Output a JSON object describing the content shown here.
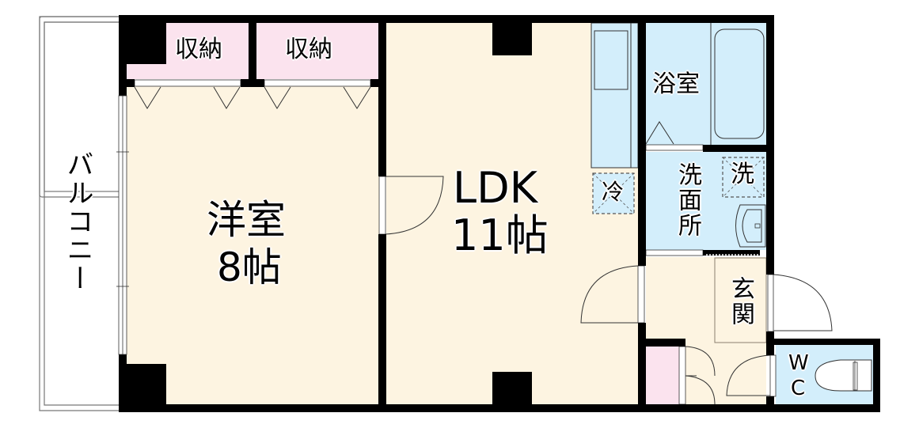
{
  "colors": {
    "wall": "#000000",
    "living_floor": "#fdf4e1",
    "wet_area": "#d3eefb",
    "storage": "#fbe3ee",
    "balcony_line": "#777777",
    "background": "#ffffff"
  },
  "rooms": {
    "balcony": {
      "label": "バルコニー"
    },
    "storage_left": {
      "label": "収納"
    },
    "storage_right": {
      "label": "収納"
    },
    "western_room": {
      "label": "洋室",
      "size": "8帖"
    },
    "ldk": {
      "label": "LDK",
      "size": "11帖"
    },
    "fridge": {
      "label": "冷"
    },
    "bathroom": {
      "label": "浴室"
    },
    "washroom": {
      "label": "洗面所"
    },
    "washer": {
      "label": "洗"
    },
    "entrance": {
      "label": "玄関"
    },
    "toilet": {
      "label_line1": "W",
      "label_line2": "C"
    }
  }
}
